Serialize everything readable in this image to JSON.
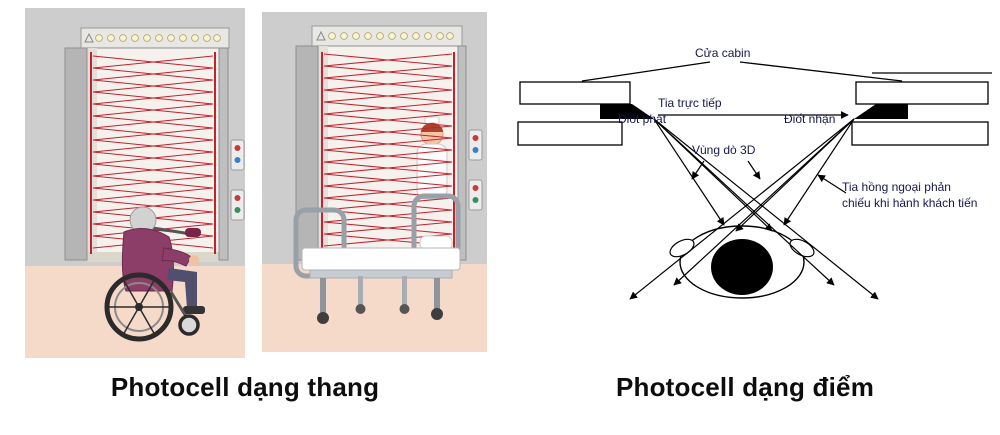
{
  "captions": {
    "ladder": "Photocell dạng thang",
    "point": "Photocell dạng điểm"
  },
  "point_diagram": {
    "labels": {
      "cabin_door": "Cửa cabin",
      "direct_beam": "Tia trực tiếp",
      "emitter_diode": "Điốt phát",
      "receiver_diode": "Điốt nhận",
      "detection_zone_3d": "Vùng dò 3D",
      "reflected_beam": "Tia hồng ngoại phản\nchiếu khi hành khách tiến"
    }
  },
  "illustrations": {
    "left_scene": "elevator-light-curtain-with-wheelchair-user",
    "right_scene": "elevator-light-curtain-with-hospital-bed"
  },
  "colors": {
    "beam_red": "#c5202e",
    "diagram_line": "#000000",
    "label_text": "#17174e",
    "caption_text": "#0d0d0d",
    "wall_gray": "#cdcdcd",
    "floor_pink": "#f6dac9"
  }
}
